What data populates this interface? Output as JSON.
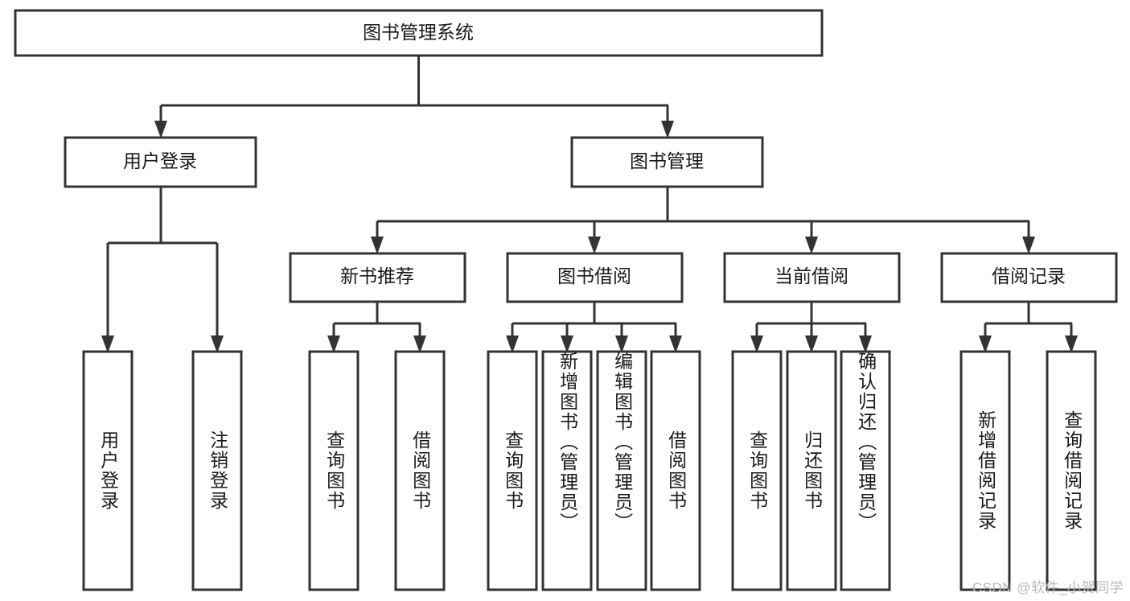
{
  "diagram": {
    "title": "图书管理系统",
    "watermark": "CSDN @软件_小贺同学",
    "colors": {
      "stroke": "#333333",
      "fill": "#ffffff",
      "text": "#1a1a1a",
      "watermark": "#b9b9b9"
    },
    "levels": {
      "root": {
        "label": "图书管理系统"
      },
      "level2": [
        {
          "label": "用户登录"
        },
        {
          "label": "图书管理"
        }
      ],
      "level3": [
        {
          "label": "新书推荐"
        },
        {
          "label": "图书借阅"
        },
        {
          "label": "当前借阅"
        },
        {
          "label": "借阅记录"
        }
      ],
      "leaves": {
        "user_login": [
          {
            "label": "用户登录"
          },
          {
            "label": "注销登录"
          }
        ],
        "new_book_recommend": [
          {
            "label": "查询图书"
          },
          {
            "label": "借阅图书"
          }
        ],
        "book_borrow": [
          {
            "label": "查询图书"
          },
          {
            "label": "新增图书（管理员）"
          },
          {
            "label": "编辑图书（管理员）"
          },
          {
            "label": "借阅图书"
          }
        ],
        "current_borrow": [
          {
            "label": "查询图书"
          },
          {
            "label": "归还图书"
          },
          {
            "label": "确认归还（管理员）"
          }
        ],
        "borrow_record": [
          {
            "label": "新增借阅记录"
          },
          {
            "label": "查询借阅记录"
          }
        ]
      }
    }
  }
}
